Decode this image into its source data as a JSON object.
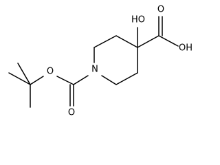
{
  "molecule": {
    "atoms": {
      "hydroxyl": "HO",
      "ring_carbon_oxygen": "O",
      "carboxyl_hydroxyl": "OH",
      "nitrogen": "N",
      "carbamate_carbonyl_oxygen": "O",
      "ester_oxygen": "O"
    }
  }
}
